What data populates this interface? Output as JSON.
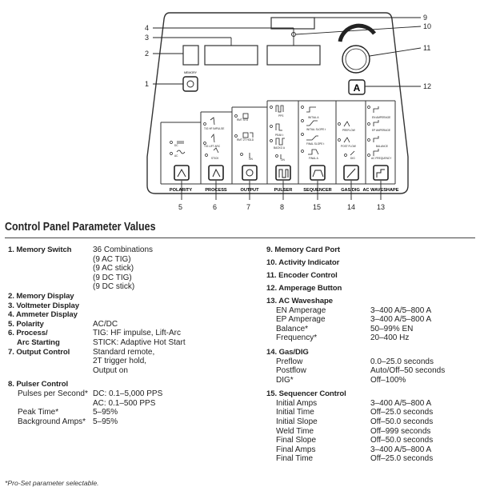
{
  "figure": {
    "callouts": [
      "1",
      "2",
      "3",
      "4",
      "5",
      "6",
      "7",
      "8",
      "9",
      "10",
      "11",
      "12",
      "13",
      "14",
      "15"
    ],
    "memory_label": "MEMORY",
    "amp_button_letter": "A",
    "sections": [
      "POLARITY",
      "PROCESS",
      "OUTPUT",
      "PULSER",
      "SEQUENCER",
      "GAS/DIG",
      "AC WAVESHAPE"
    ],
    "polarity_options": [
      "DC",
      "AC"
    ],
    "process_options": [
      "TIG HF IMPULSE",
      "TIG LIFT ARC",
      "STICK"
    ],
    "output_options": [
      "RMT STD",
      "RMT 2T HOLD",
      "ON"
    ],
    "pulser_options": [
      "PPS",
      "PEAK t",
      "BACKG A",
      "ON"
    ],
    "sequencer_options": [
      "INITIAL A",
      "INITIAL SLOPE t",
      "FINAL SLOPE t",
      "FINAL A"
    ],
    "gas_options": [
      "PREFLOW",
      "POST FLOW",
      "DIG"
    ],
    "wave_options": [
      "EN AMPERAGE",
      "EP AMPERAGE",
      "BALANCE",
      "AC FREQUENCY"
    ]
  },
  "heading": "Control Panel Parameter Values",
  "left": [
    {
      "label": "1. Memory Switch",
      "values": [
        "36 Combinations",
        "(9 AC TIG)",
        "(9 AC stick)",
        "(9 DC TIG)",
        "(9 DC stick)"
      ]
    },
    {
      "label": "2. Memory Display",
      "values": []
    },
    {
      "label": "3. Voltmeter Display",
      "values": []
    },
    {
      "label": "4. Ammeter Display",
      "values": []
    },
    {
      "label": "5. Polarity",
      "values": [
        "AC/DC"
      ]
    },
    {
      "label": "6. Process/",
      "label2": "Arc Starting",
      "values": [
        "TIG: HF impulse, Lift-Arc",
        "STICK: Adaptive Hot Start"
      ]
    },
    {
      "label": "7. Output Control",
      "values": [
        "Standard remote,",
        "2T trigger hold,",
        "Output on"
      ]
    },
    {
      "label": "8. Pulser Control",
      "values": []
    }
  ],
  "pulser": [
    {
      "label": "Pulses per Second*",
      "values": [
        "DC: 0.1–5,000 PPS",
        "AC: 0.1–500 PPS"
      ]
    },
    {
      "label": "Peak Time*",
      "values": [
        "5–95%"
      ]
    },
    {
      "label": "Background Amps*",
      "values": [
        "5–95%"
      ]
    }
  ],
  "footnote": "*Pro-Set parameter selectable.",
  "right_simple": [
    "9. Memory Card Port",
    "10. Activity Indicator",
    "11. Encoder Control",
    "12. Amperage Button"
  ],
  "ac_waveshape": {
    "label": "13. AC Waveshape",
    "rows": [
      {
        "k": "EN Amperage",
        "v": "3–400 A/5–800 A"
      },
      {
        "k": "EP Amperage",
        "v": "3–400 A/5–800 A"
      },
      {
        "k": "Balance*",
        "v": "50–99% EN"
      },
      {
        "k": "Frequency*",
        "v": "20–400 Hz"
      }
    ]
  },
  "gas_dig": {
    "label": "14. Gas/DIG",
    "rows": [
      {
        "k": "Preflow",
        "v": "0.0–25.0 seconds"
      },
      {
        "k": "Postflow",
        "v": "Auto/Off–50 seconds"
      },
      {
        "k": "DIG*",
        "v": "Off–100%"
      }
    ]
  },
  "sequencer": {
    "label": "15. Sequencer Control",
    "rows": [
      {
        "k": "Initial Amps",
        "v": "3–400 A/5–800 A"
      },
      {
        "k": "Initial Time",
        "v": "Off–25.0 seconds"
      },
      {
        "k": "Initial Slope",
        "v": "Off–50.0 seconds"
      },
      {
        "k": "Weld Time",
        "v": "Off–999 seconds"
      },
      {
        "k": "Final Slope",
        "v": "Off–50.0 seconds"
      },
      {
        "k": "Final Amps",
        "v": "3–400 A/5–800 A"
      },
      {
        "k": "Final Time",
        "v": "Off–25.0 seconds"
      }
    ]
  }
}
